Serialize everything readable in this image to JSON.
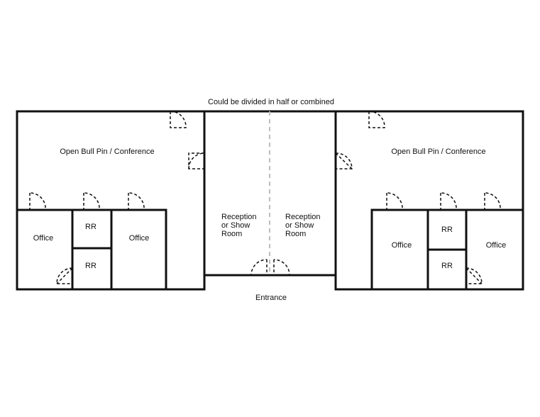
{
  "caption": "Could be divided in half or combined",
  "entrance": "Entrance",
  "left_suite": {
    "open_area": "Open Bull Pin / Conference",
    "office_a": "Office",
    "restroom_a": "RR",
    "restroom_b": "RR",
    "office_b": "Office"
  },
  "center": {
    "reception_left": [
      "Reception",
      "or Show",
      "Room"
    ],
    "reception_right": [
      "Reception",
      "or Show",
      "Room"
    ]
  },
  "right_suite": {
    "open_area": "Open Bull Pin / Conference",
    "office_a": "Office",
    "restroom_a": "RR",
    "restroom_b": "RR",
    "office_b": "Office"
  }
}
